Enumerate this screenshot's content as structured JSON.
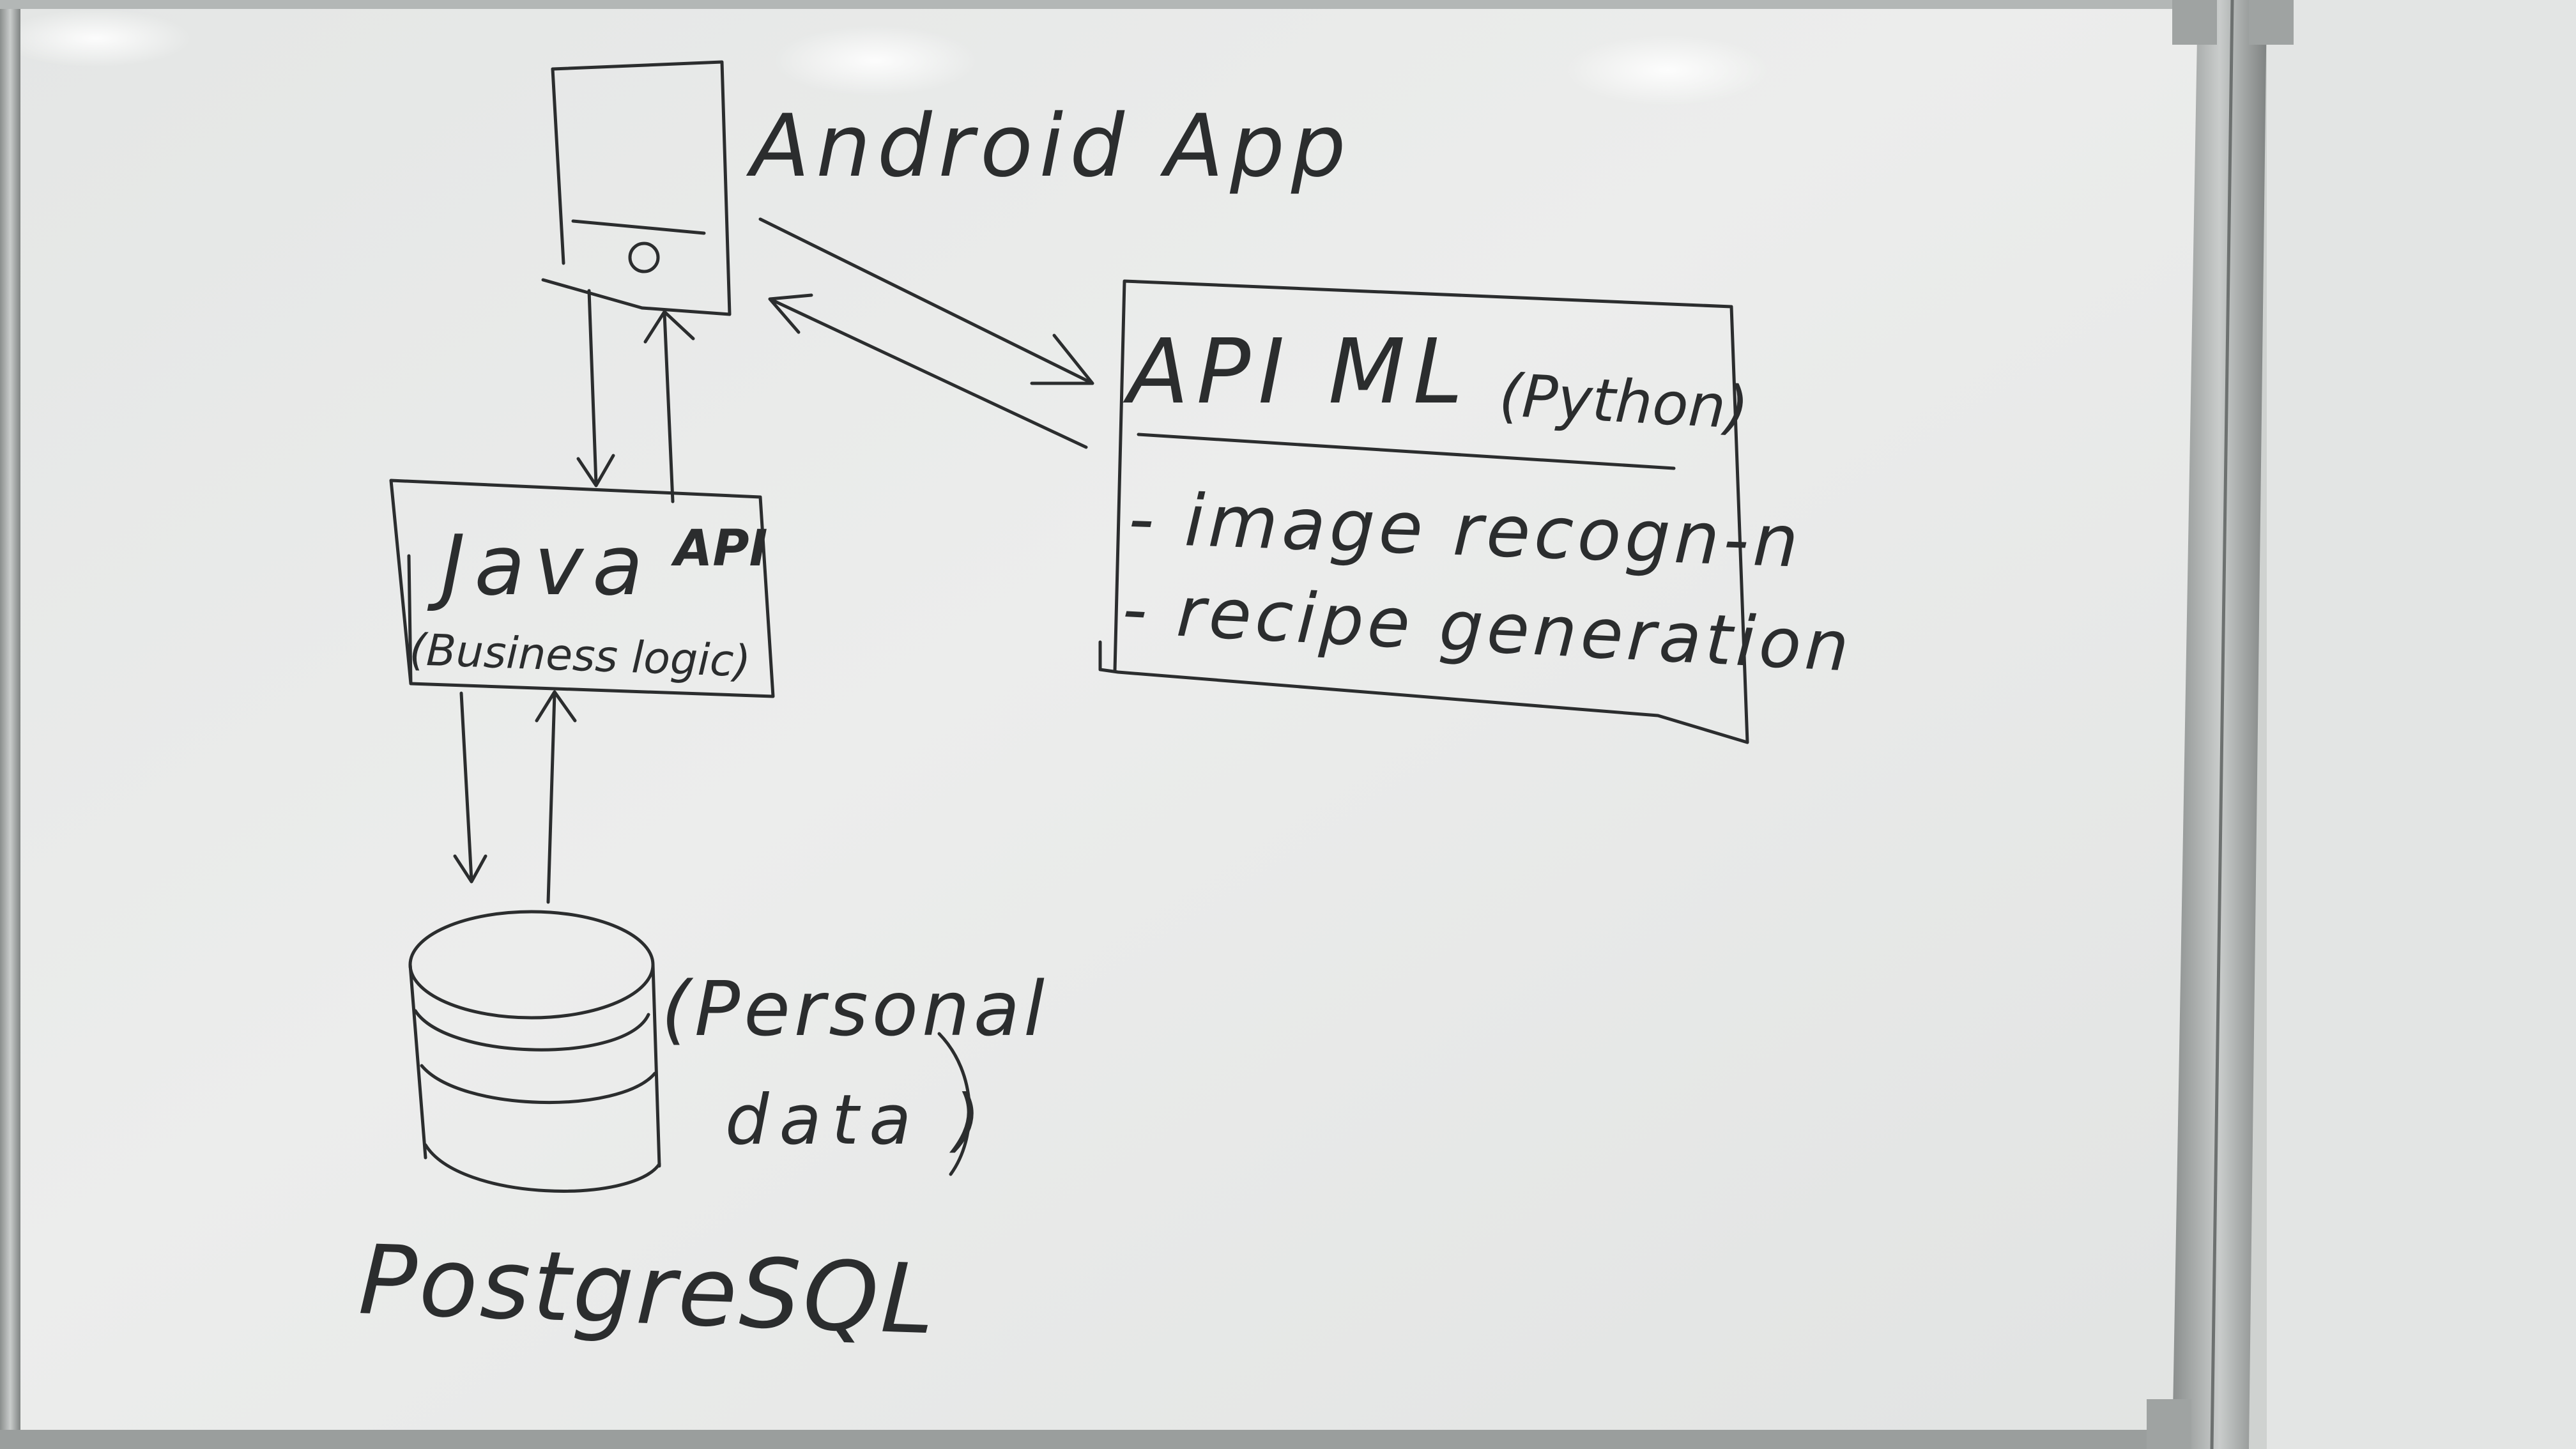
{
  "diagram": {
    "android": {
      "label": "Android App",
      "button_glyph": "o"
    },
    "java": {
      "title": "Java",
      "tag": "API",
      "subtitle": "(Business logic)"
    },
    "ml": {
      "title": "API ML",
      "language": "(Python)",
      "bullets": [
        "- image recogn-n",
        "- recipe generation"
      ]
    },
    "database": {
      "name": "PostgreSQL",
      "note_line1": "(Personal",
      "note_line2": "data )"
    }
  },
  "colors": {
    "marker": "#2b2d2e",
    "board": "#eaeceb",
    "frame": "#a9adac"
  }
}
